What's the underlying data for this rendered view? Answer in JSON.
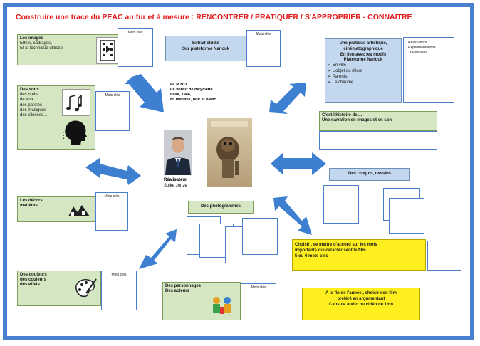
{
  "title": "Construire une trace   du PEAC au fur et à mesure : RENCONTRER / PRATIQUER / S'APPROPRIER - CONNAITRE",
  "mots_cles": "Mots clés",
  "images_box": {
    "line1": "Les images",
    "line2": "Effets, cadrages,",
    "line3": "Et la technique utilisée"
  },
  "sons_box": {
    "line1": "Des sons",
    "line2": "des bruits",
    "line3": "de voix",
    "line4": "des paroles",
    "line5": "des musiques",
    "line6": "des silences..."
  },
  "decors_box": {
    "line1": "Les décors",
    "line2": "matières ..."
  },
  "couleurs_box": {
    "line1": "Des couleurs",
    "line2": "des couleurs",
    "line3": "des effets ..."
  },
  "extrait_box": {
    "line1": "Extrait étudié",
    "line2": "Sur plateforme Nanouk"
  },
  "film_box": {
    "line1": "FILM N°3",
    "line2": "Le Voleur de bicyclette",
    "line3": "Italie, 1948,",
    "line4": "85 minutes, noir et blanc"
  },
  "realisateur": {
    "label": "Réalisateur",
    "name": "Spike Jonze"
  },
  "pratique_box": {
    "line1": "Une pratique artistique,",
    "line2": "cinématographique",
    "line3": "En lien avec les motifs",
    "line4": "Plateforme Nanouk",
    "items": [
      "En ville",
      "L'objet du décor",
      "Parents",
      "Le chaume"
    ]
  },
  "notes_box": {
    "line1": "Réalisations",
    "line2": "Expérimentations",
    "line3": "Traces liées",
    "line4": "..."
  },
  "histoire_box": {
    "line1": "C'est l'histoire de ...",
    "line2": "Une narration en images et en son"
  },
  "croquis": "Des croquis, dessins",
  "photogrammes": "Des photogrammes",
  "personnages_box": {
    "line1": "Des personnages",
    "line2": "Des acteurs"
  },
  "choisir_box": {
    "line1": "Choisir , se mettre d'accord sur les mots",
    "line2": "importants qui caractérisent le film",
    "line3": "5 ou 6 mots clés"
  },
  "fin_box": {
    "line1": "A la fin de l'année , choisir son film",
    "line2": "préféré en argumentant",
    "line3": "Capsule audio ou vidéo de 1mn"
  },
  "colors": {
    "frame": "#4a7fd0",
    "title": "#e31b1b",
    "green": "#d5e6c3",
    "yellow": "#ffef1f",
    "blue": "#c3d8ee",
    "arrow": "#3d7fd0"
  }
}
